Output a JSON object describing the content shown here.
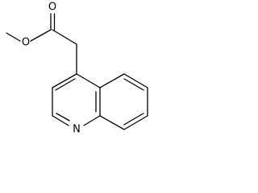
{
  "molecule": {
    "atom_labels": {
      "carbonyl_oxygen": "O",
      "ester_oxygen": "O",
      "ring_nitrogen": "N"
    }
  }
}
